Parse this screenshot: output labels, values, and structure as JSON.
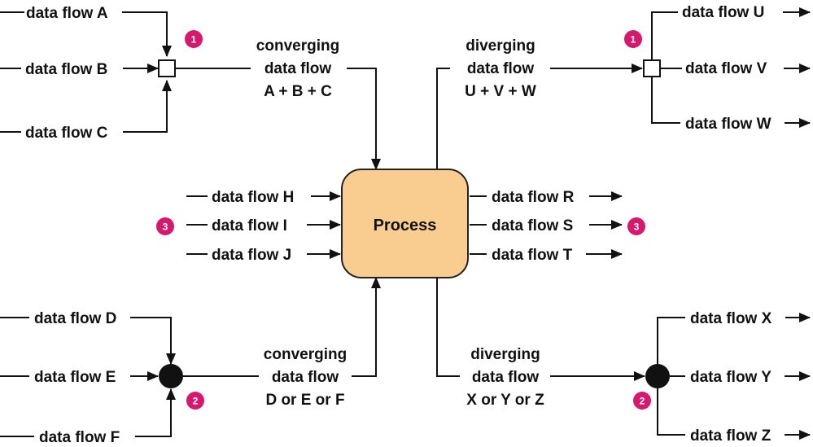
{
  "process": {
    "label": "Process",
    "fill": "#f9cd90",
    "stroke": "#222222"
  },
  "flows": {
    "A": "data flow A",
    "B": "data flow B",
    "C": "data flow C",
    "D": "data flow D",
    "E": "data flow E",
    "F": "data flow F",
    "H": "data flow H",
    "I": "data flow I",
    "J": "data flow J",
    "R": "data flow R",
    "S": "data flow S",
    "T": "data flow T",
    "U": "data flow U",
    "V": "data flow V",
    "W": "data flow W",
    "X": "data flow X",
    "Y": "data flow Y",
    "Z": "data flow Z"
  },
  "labels": {
    "conv_top": [
      "converging",
      "data flow",
      "A + B + C"
    ],
    "div_top": [
      "diverging",
      "data flow",
      "U + V + W"
    ],
    "conv_bottom": [
      "converging",
      "data flow",
      "D or E or F"
    ],
    "div_bottom": [
      "diverging",
      "data flow",
      "X or Y or Z"
    ]
  },
  "badges": {
    "one": "1",
    "two": "2",
    "three": "3",
    "color": "#d6186f"
  }
}
